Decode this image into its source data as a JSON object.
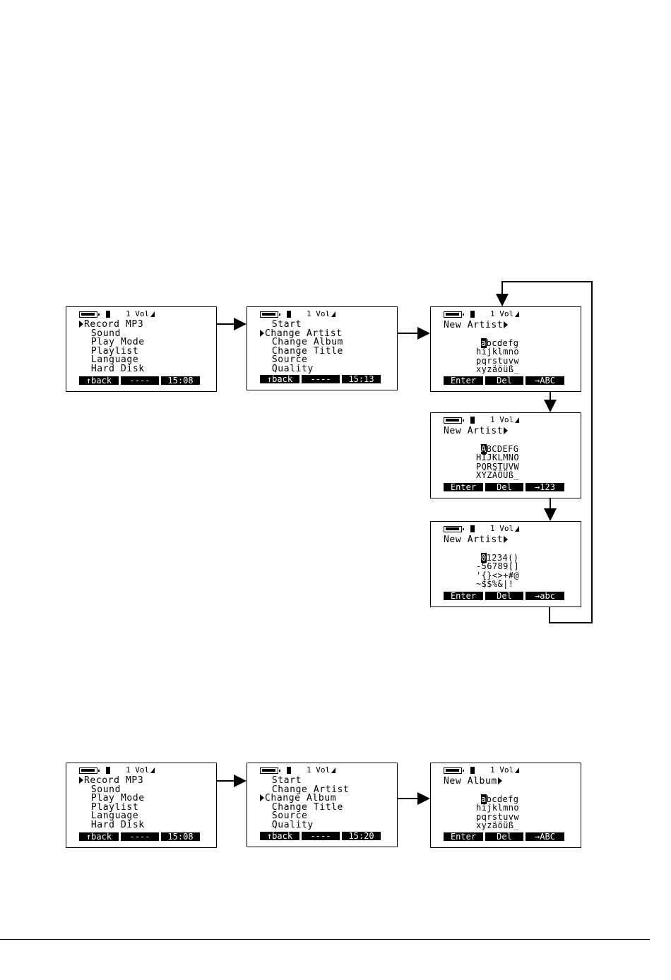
{
  "status_bar": {
    "volume_label": "1 Vol"
  },
  "row1": {
    "screen_main_menu": {
      "items": [
        "Record MP3",
        "Sound",
        "Play Mode",
        "Playlist",
        "Language",
        "Hard Disk"
      ],
      "selected_index": 0,
      "softkeys": [
        "↑back",
        "----",
        "15:08"
      ]
    },
    "screen_record_menu": {
      "items": [
        "Start",
        "Change Artist",
        "Change Album",
        "Change Title",
        "Source",
        "Quality"
      ],
      "selected_index": 1,
      "softkeys": [
        "↑back",
        "----",
        "15:13"
      ]
    },
    "screen_artist_lower": {
      "title": "New Artist",
      "charset": [
        "abcdefg",
        "hijklmno",
        "pqrstuvw",
        "xyzäöüß_"
      ],
      "softkeys": [
        "Enter",
        "Del",
        "→ABC"
      ]
    },
    "screen_artist_upper": {
      "title": "New Artist",
      "charset": [
        "ABCDEFG",
        "HIJKLMNO",
        "PQRSTUVW",
        "XYZÄÖÜß_"
      ],
      "softkeys": [
        "Enter",
        "Del",
        "→123"
      ]
    },
    "screen_artist_symbols": {
      "title": "New Artist",
      "charset": [
        "01234()",
        "-56789[]",
        "'{}<>+#@",
        "~$$%&|!"
      ],
      "softkeys": [
        "Enter",
        "Del",
        "→abc"
      ]
    }
  },
  "row2": {
    "screen_main_menu": {
      "items": [
        "Record MP3",
        "Sound",
        "Play Mode",
        "Playlist",
        "Language",
        "Hard Disk"
      ],
      "selected_index": 0,
      "softkeys": [
        "↑back",
        "----",
        "15:08"
      ]
    },
    "screen_record_menu": {
      "items": [
        "Start",
        "Change Artist",
        "Change Album",
        "Change Title",
        "Source",
        "Quality"
      ],
      "selected_index": 2,
      "softkeys": [
        "↑back",
        "----",
        "15:20"
      ]
    },
    "screen_album_lower": {
      "title": "New Album",
      "charset": [
        "abcdefg",
        "hijklmno",
        "pqrstuvw",
        "xyzäöüß_"
      ],
      "softkeys": [
        "Enter",
        "Del",
        "→ABC"
      ]
    }
  }
}
